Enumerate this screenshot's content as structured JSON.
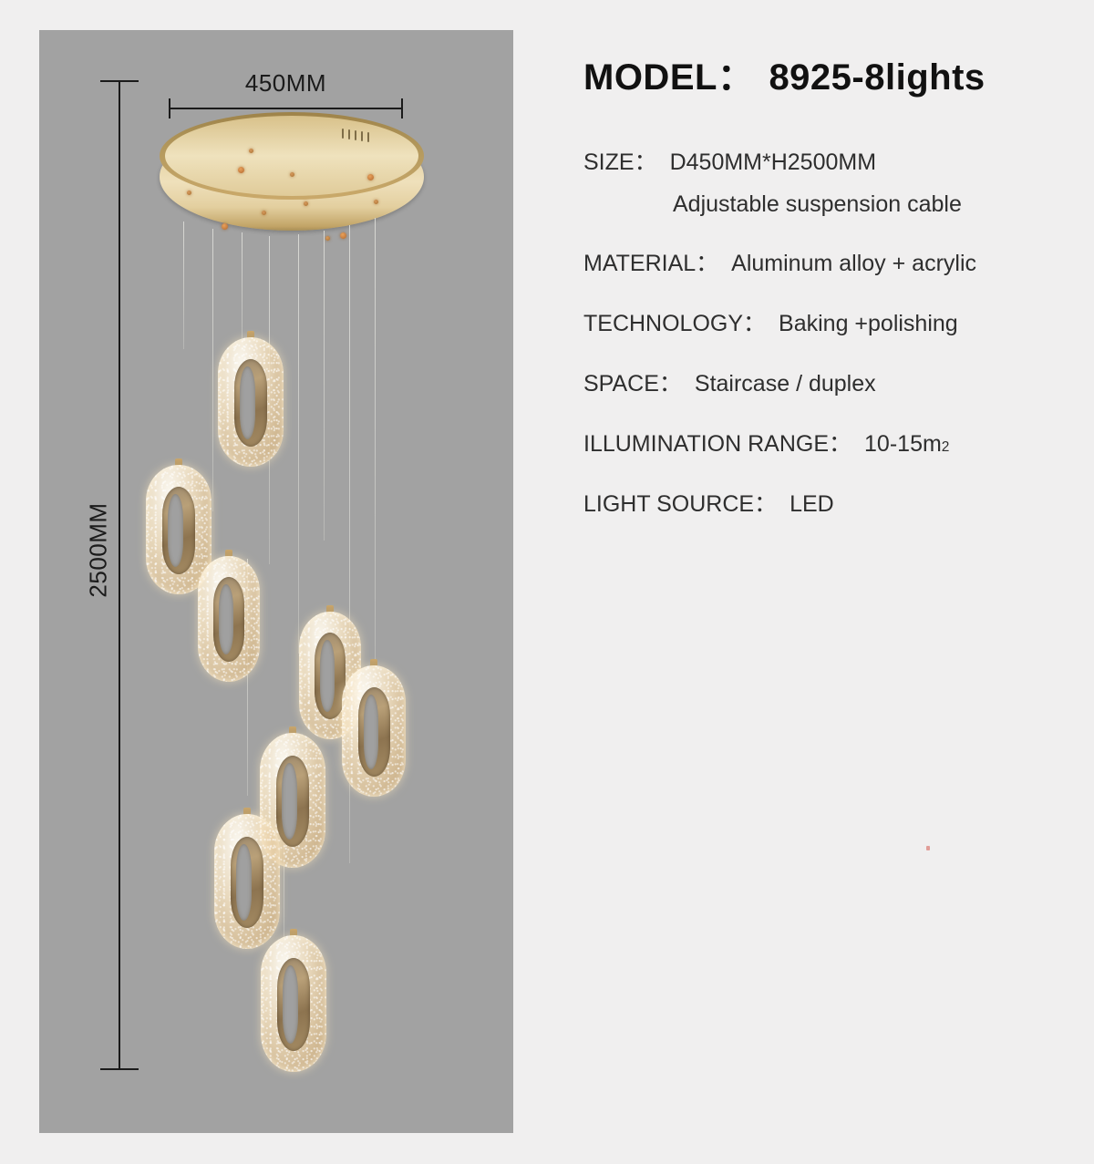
{
  "diagram": {
    "width_dimension": "450MM",
    "height_dimension": "2500MM",
    "product": "oval-crystal-led-pendant-chandelier",
    "lamp_count": 8
  },
  "spec": {
    "title_label": "MODEL：",
    "title_value": "8925-8lights",
    "rows": [
      {
        "key": "SIZE：",
        "value": "D450MM*H2500MM",
        "continuation": "Adjustable suspension cable"
      },
      {
        "key": "MATERIAL：",
        "value": "Aluminum alloy + acrylic"
      },
      {
        "key": "TECHNOLOGY：",
        "value": "Baking +polishing"
      },
      {
        "key": "SPACE：",
        "value": "Staircase / duplex"
      },
      {
        "key": "ILLUMINATION RANGE：",
        "value": "10-15m",
        "superscript": "2"
      },
      {
        "key": "LIGHT SOURCE：",
        "value": "LED"
      }
    ]
  },
  "colors": {
    "page_background": "#f0efef",
    "panel_background": "#a2a2a2",
    "dimension_line": "#1b1b1b",
    "title_text": "#111111",
    "spec_text": "#2e2e2e",
    "gold": "#c9ab6c",
    "crystal_glow": "#f6e4c4"
  }
}
